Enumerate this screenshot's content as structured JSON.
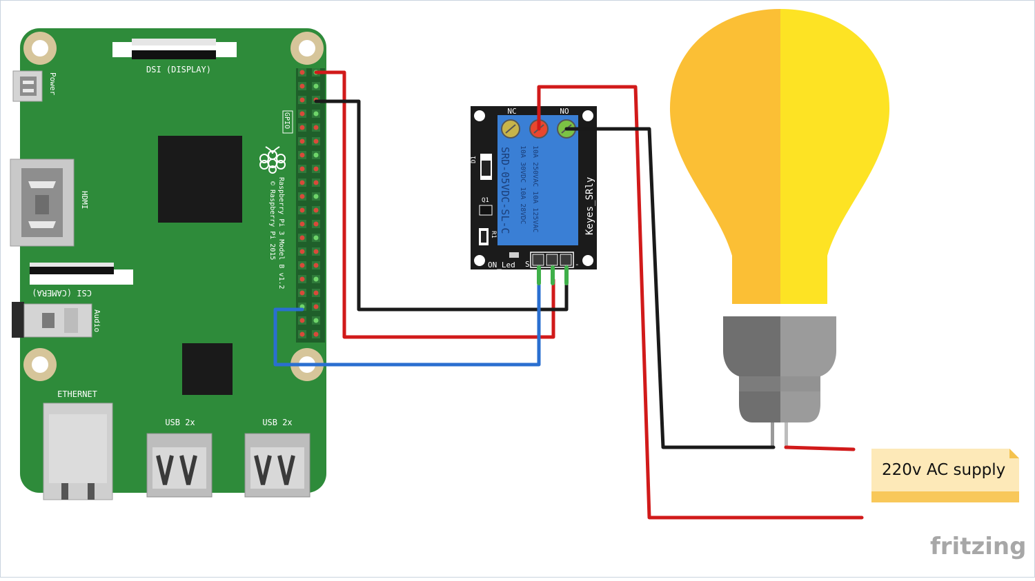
{
  "pi": {
    "dsi_label": "DSI (DISPLAY)",
    "power_label": "Power",
    "gpio_label": "GPIO",
    "hdmi_label": "HDMI",
    "csi_label": "CSI (CAMERA)",
    "audio_label": "Audio",
    "model_label": "Raspberry Pi 3 Model B v1.2",
    "copyright_label": "© Raspberry Pi 2015",
    "ethernet_label": "ETHERNET",
    "usb_left_label": "USB 2x",
    "usb_right_label": "USB 2x",
    "board_color": "#2e8b3a"
  },
  "relay": {
    "nc_label": "NC",
    "no_label": "NO",
    "d1_label": "D1",
    "q1_label": "Q1",
    "r1_label": "R1",
    "led_label": "ON_Led",
    "s_label": "S",
    "minus_label": "-",
    "model_label": "SRD-05VDC-SL-C",
    "rating1_label": "10A 250VAC  10A 125VAC",
    "rating2_label": "10A  30VDC  10A  28VDC",
    "brand_label": "Keyes_SRly",
    "relay_color": "#3a7fd5"
  },
  "supply_note": {
    "text": "220v AC supply"
  },
  "brand": {
    "text": "fritzing"
  },
  "wire_colors": {
    "red": "#d11a1a",
    "black": "#1a1a1a",
    "blue": "#2a6fd0",
    "green": "#3fb04a"
  },
  "bulb_colors": {
    "left": "#fbbf35",
    "right": "#fde324",
    "base_left": "#6f6f6f",
    "base_right": "#9b9b9b"
  }
}
